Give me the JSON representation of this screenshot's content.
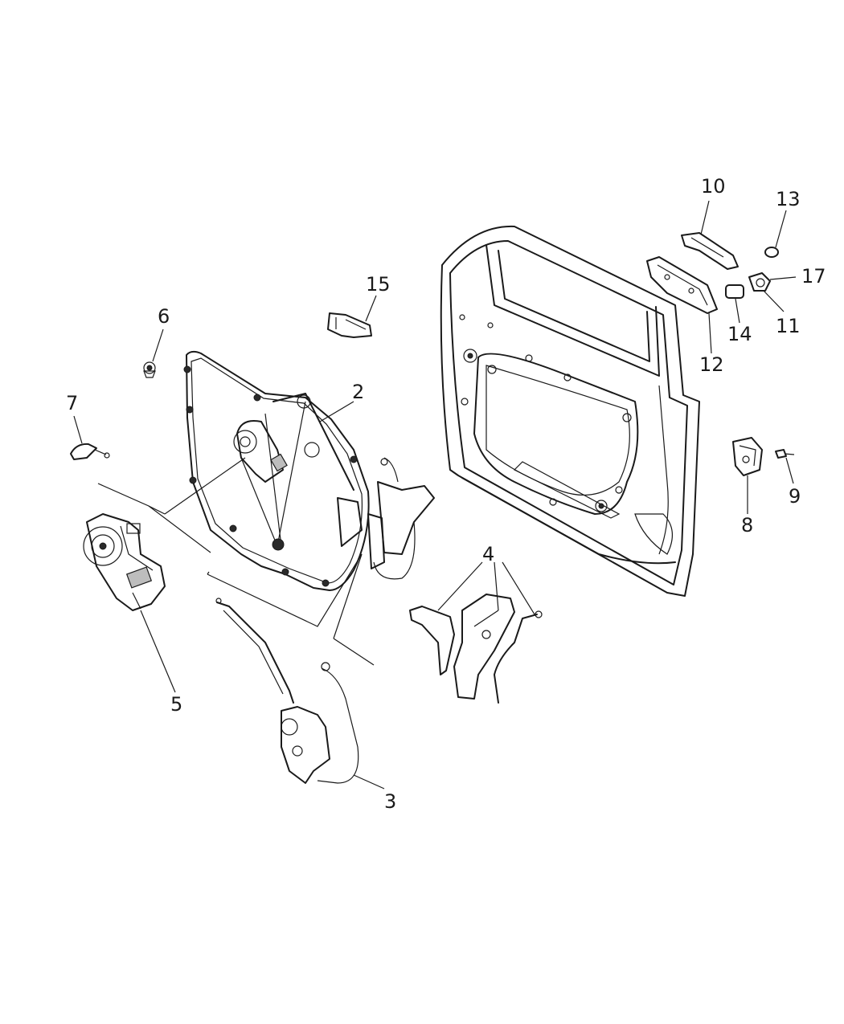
{
  "diagram": {
    "callouts": [
      "2",
      "3",
      "4",
      "5",
      "6",
      "7",
      "8",
      "9",
      "10",
      "11",
      "12",
      "13",
      "14",
      "15",
      "17"
    ]
  }
}
